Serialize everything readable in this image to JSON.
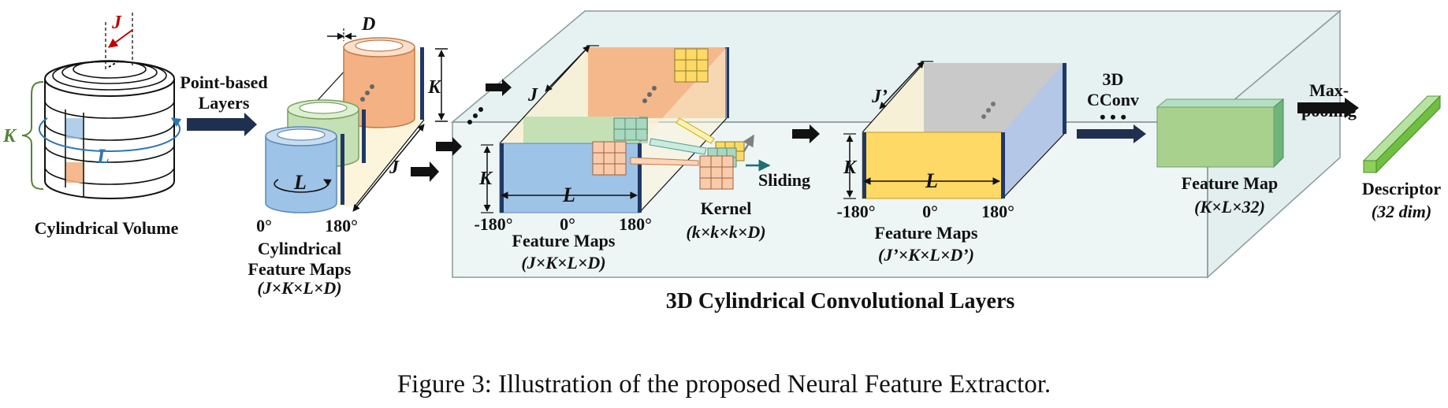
{
  "labels": {
    "j_top": "J",
    "k_left": "K",
    "l_volume": "L",
    "cyl_volume": "Cylindrical Volume",
    "point_layers_1": "Point-based",
    "point_layers_2": "Layers",
    "d_label": "D",
    "k_feat": "K",
    "l_feat": "L",
    "j_feat": "J",
    "deg_0": "0°",
    "deg_180": "180°",
    "cyl_feat_1": "Cylindrical",
    "cyl_feat_2": "Feature Maps",
    "cyl_feat_dim": "(J×K×L×D)",
    "j_fm1": "J",
    "k_fm1": "K",
    "l_fm1": "L",
    "fm1_deg_neg": "-180°",
    "fm1_deg_0": "0°",
    "fm1_deg_180": "180°",
    "fm1_title": "Feature Maps",
    "fm1_dim": "(J×K×L×D)",
    "kernel": "Kernel",
    "kernel_dim": "(k×k×k×D)",
    "sliding": "Sliding",
    "j_fm2": "J’",
    "k_fm2": "K",
    "l_fm2": "L",
    "fm2_deg_neg": "-180°",
    "fm2_deg_0": "0°",
    "fm2_deg_180": "180°",
    "fm2_title": "Feature Maps",
    "fm2_dim": "(J’×K×L×D’)",
    "cconv_1": "3D",
    "cconv_2": "CConv",
    "cconv_dots": "• • •",
    "fmap_title": "Feature Map",
    "fmap_dim": "(K×L×32)",
    "maxpool_1": "Max-",
    "maxpool_2": "pooling",
    "descriptor": "Descriptor",
    "descriptor_dim": "(32 dim)",
    "block_title": "3D Cylindrical Convolutional Layers"
  },
  "caption": "Figure 3: Illustration of the proposed Neural Feature Extractor.",
  "colors": {
    "blue_fill": "#9dc3e6",
    "green_fill": "#c5e0b4",
    "orange_fill": "#f4b183",
    "yellow_fill": "#ffd966",
    "gray_fill": "#c9c9c9",
    "box_fill": "#eef5f5",
    "edge_blue": "#203864",
    "label_red": "#c00000",
    "label_green": "#548235",
    "label_blue": "#2e75b6",
    "descriptor_green": "#8fd05a"
  }
}
